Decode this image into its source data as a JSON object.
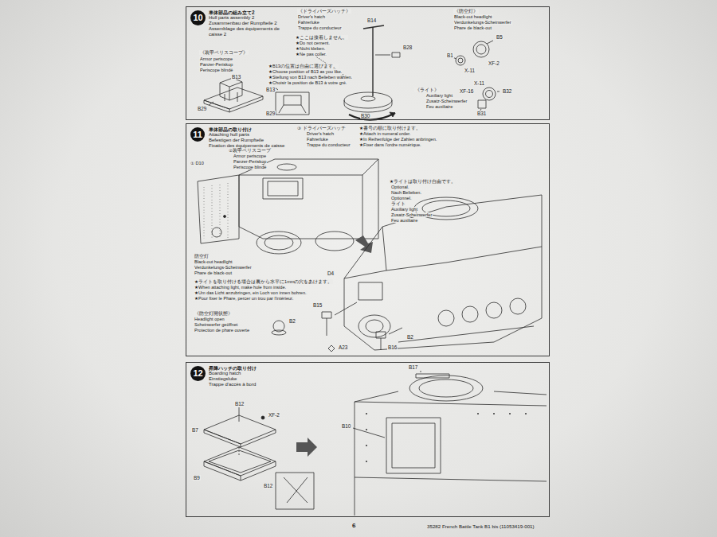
{
  "diagram": {
    "nodes": [
      {
        "text": [
          "車体部品の組み立て2",
          "Hull parts assembly 2",
          "Zusammenbau der Rumpfteile 2",
          "Assemblage des équipements de caisse 2"
        ]
      },
      {
        "text": [
          "10"
        ],
        "in": 0
      },
      {
        "text": [
          "車体部品の取り付け",
          "Attaching hull parts",
          "Befestigen der Rumpfteile",
          "Fixation des équipements de caisse"
        ]
      },
      {
        "text": [
          "11"
        ],
        "in": 2
      },
      {
        "text": [
          "昇降ハッチの取り付け",
          "Boarding hatch",
          "Einstiegsluke",
          "Trappe d'accès à bord"
        ]
      },
      {
        "text": [
          "12"
        ],
        "in": 4
      }
    ],
    "labels": [
      "《装甲ペリスコープ》",
      "Armor periscope",
      "Panzer-Periskop",
      "Periscope blindé",
      "B13",
      "B29",
      "★B13の位置は自由に選びます。",
      "★Choose position of B13 as you like.",
      "★Stellung von B13 nach Belieben wählen.",
      "★Choisir la position de B13 à votre gré.",
      "B13",
      "B29",
      "《ドライバーズハッチ》",
      "Driver's hatch",
      "Fahrerluke",
      "Trappe du conducteur",
      "★ここは接着しません。",
      "★Do not cement.",
      "★Nicht kleben.",
      "★Ne pas coller.",
      "B14",
      "B28",
      "B30",
      "《防空灯》",
      "Black-out headlight",
      "Verdunkelungs-Scheinwerfer",
      "Phare de black-out",
      "B5",
      "B1",
      "X-11",
      "XF-2",
      "《ライト》",
      "Auxiliary light",
      "Zusatz-Scheinwerfer",
      "Feu auxiliaire",
      "X-11",
      "XF-16",
      "B32",
      "B31",
      "① D10",
      "②装甲ペリスコープ",
      "Armor periscope",
      "Panzer-Periskop",
      "Periscope blindé",
      "③ ドライバーズハッチ",
      "Driver's hatch",
      "Fahrerluke",
      "Trappe du conducteur",
      "★番号の順に取り付けます。",
      "★Attach in numeral order.",
      "★In Reihenfolge der Zahlen anbringen.",
      "★Fixer dans l'ordre numérique.",
      "★ライトは取り付け自由です。",
      "Optional.",
      "Nach Belieben.",
      "Optionnel.",
      "ライト",
      "Auxiliary light",
      "Zusatz-Scheinwerfer",
      "Feu auxiliaire",
      "防空灯",
      "Black-out headlight",
      "Verdunkelungs-Scheinwerfer",
      "Phare de black-out",
      "★ライトを取り付ける場合は裏から水平に1mmの穴をあけます。",
      "★When attaching light, make hole from inside.",
      "★Um das Licht anzubringen, ein Loch von innen bohren.",
      "★Pour fixer le Phare, percer un trou par l'intérieur.",
      "《防空灯開状態》",
      "Headlight open",
      "Scheinwerfer geöffnet",
      "Protection de phare ouverte",
      "B2",
      "D4",
      "B15",
      "A23",
      "B16",
      "B2",
      "B12",
      "XF-2",
      "B7",
      "B9",
      "B12",
      "B17",
      "B10",
      "6",
      "35282 French Battle Tank B1 bis (11053419-001)"
    ]
  }
}
